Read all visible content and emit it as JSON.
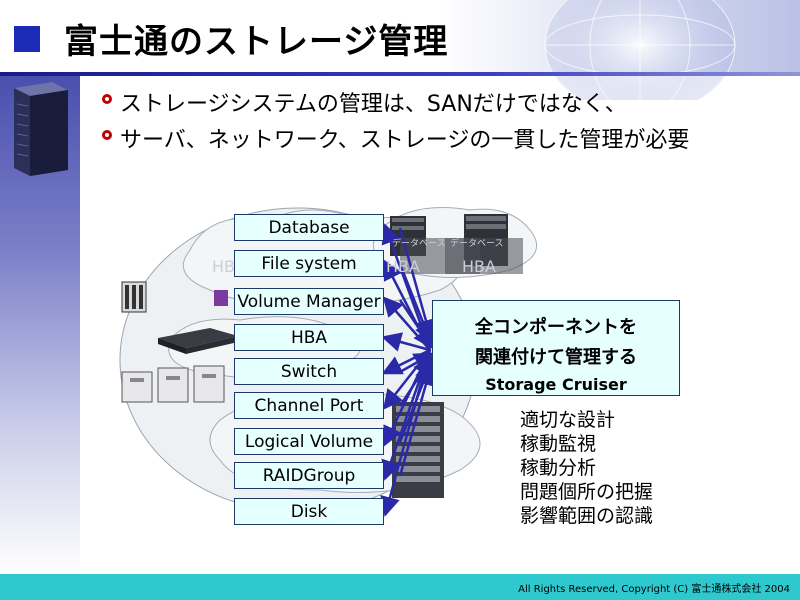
{
  "title": "富士通のストレージ管理",
  "bullets": [
    "ストレージシステムの管理は、SANだけではなく、",
    "サーバ、ネットワーク、ストレージの一貫した管理が必要"
  ],
  "layers": [
    "Database",
    "File system",
    "Volume Manager",
    "HBA",
    "Switch",
    "Channel Port",
    "Logical Volume",
    "RAIDGroup",
    "Disk"
  ],
  "storage_cruiser": {
    "line1": "全コンポーネントを",
    "line2": "関連付けて管理する",
    "line3": "Storage Cruiser"
  },
  "tasks": [
    "適切な設計",
    "稼動監視",
    "稼動分析",
    "問題個所の把握",
    "影響範囲の認識"
  ],
  "server_labels": {
    "db1": "データベース",
    "db2": "データベース",
    "hba1": "HBA",
    "hba2": "HBA",
    "hba3": "HBA"
  },
  "copyright": "All Rights Reserved, Copyright (C) 富士通株式会社 2004",
  "colors": {
    "title_square": "#1b2bb5",
    "footer": "#2ec9cf",
    "box_fill": "#e6ffff",
    "arrow": "#2a2aa8",
    "bullet": "#c00000"
  }
}
